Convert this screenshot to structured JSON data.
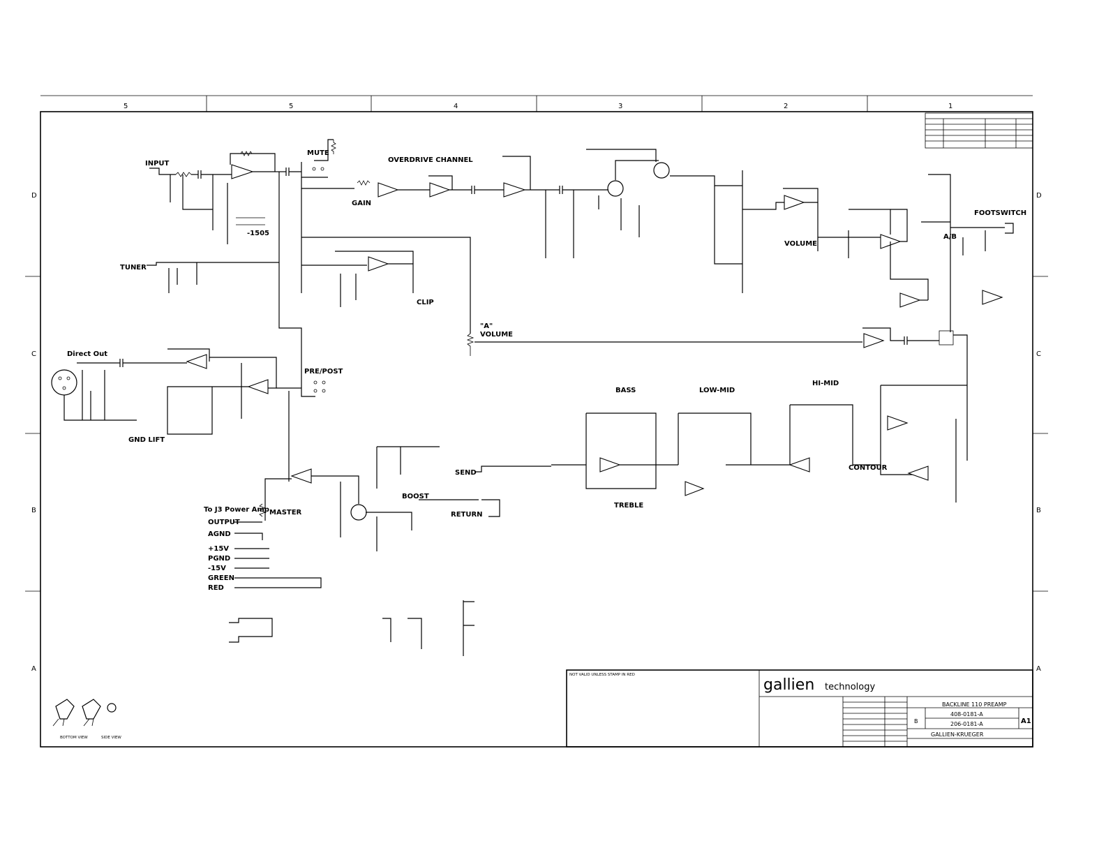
{
  "zones": {
    "top": [
      "5",
      "5",
      "4",
      "3",
      "2",
      "1"
    ],
    "left": [
      "D",
      "C",
      "B",
      "A"
    ],
    "right": [
      "D",
      "C",
      "B",
      "A"
    ]
  },
  "labels": {
    "input": "INPUT",
    "mute": "MUTE",
    "overdrive_channel": "OVERDRIVE CHANNEL",
    "gain": "GAIN",
    "neg_1505": "-1505",
    "tuner": "TUNER",
    "clip": "CLIP",
    "a_volume_1": "\"A\"",
    "a_volume_2": "VOLUME",
    "volume": "VOLUME",
    "footswitch": "FOOTSWITCH",
    "ab": "A/B",
    "direct_out": "Direct Out",
    "gnd_lift": "GND LIFT",
    "pre_post": "PRE/POST",
    "bass": "BASS",
    "low_mid": "LOW-MID",
    "hi_mid": "HI-MID",
    "contour": "CONTOUR",
    "treble": "TREBLE",
    "send": "SEND",
    "return": "RETURN",
    "boost": "BOOST",
    "master": "MASTER",
    "to_j3": "To J3 Power Amp",
    "output": "OUTPUT",
    "agnd": "AGND",
    "p15v": "+15V",
    "pgnd": "PGND",
    "n15v": "-15V",
    "green": "GREEN",
    "red": "RED"
  },
  "title_block": {
    "not_valid": "NOT VALID UNLESS STAMP IN RED",
    "brand_main": "gallien",
    "brand_sub": "technology",
    "title": "BACKLINE 110 PREAMP",
    "drawing_no": "408-0181-A",
    "part_no": "206-0181-A",
    "rev": "B",
    "size": "A1",
    "company": "GALLIEN-KRUEGER"
  },
  "component_views": {
    "bottom_view": "BOTTOM VIEW",
    "side_view": "SIDE VIEW"
  }
}
